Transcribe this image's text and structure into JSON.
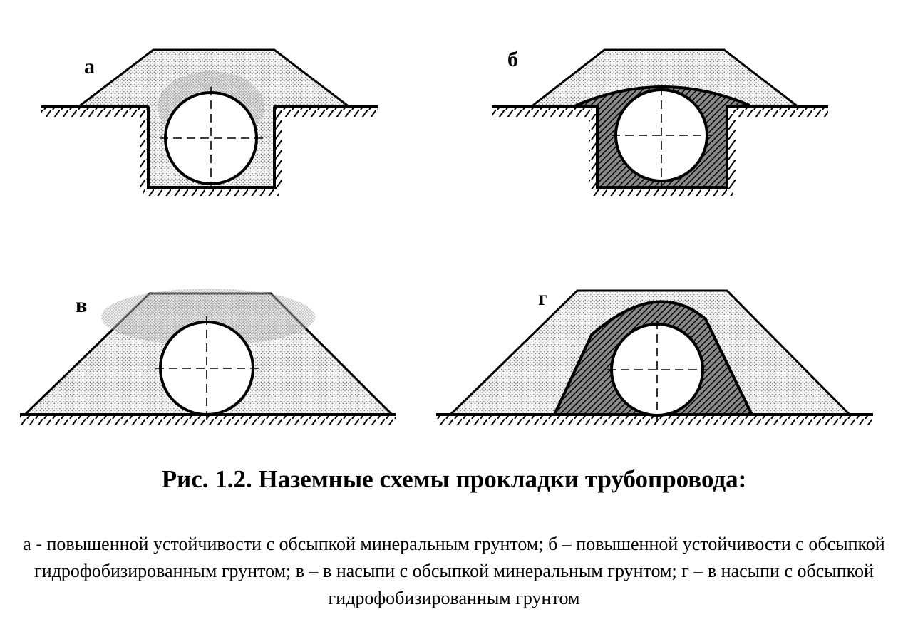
{
  "panels": {
    "a": {
      "label": "а"
    },
    "b": {
      "label": "б"
    },
    "v": {
      "label": "в"
    },
    "g": {
      "label": "г"
    }
  },
  "caption": "Рис. 1.2. Наземные схемы прокладки трубопровода:",
  "legend": "а - повышенной устойчивости с обсыпкой минеральным грунтом; б – повышенной устойчивости с обсыпкой гидрофобизированным грунтом; в – в насыпи с обсыпкой минеральным грунтом; г – в насыпи с обсыпкой гидрофобизированным грунтом",
  "colors": {
    "line": "#000000",
    "background": "#ffffff",
    "sand_dots": "#555555"
  },
  "fills": {
    "mineral_soil": "dotted",
    "hydrophobized_soil": "hatched"
  }
}
